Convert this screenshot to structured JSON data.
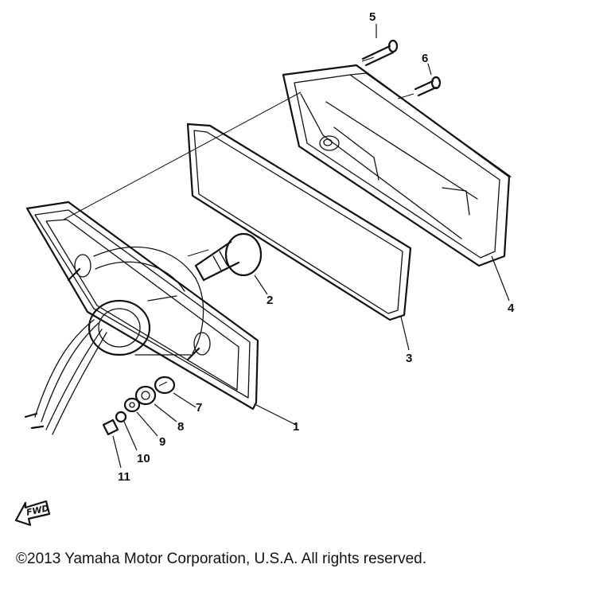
{
  "diagram": {
    "callouts": [
      "1",
      "2",
      "3",
      "4",
      "5",
      "6",
      "7",
      "8",
      "9",
      "10",
      "11"
    ],
    "direction_label": "FWD"
  },
  "footer": {
    "copyright": "©2013 Yamaha Motor Corporation, U.S.A. All rights reserved."
  }
}
